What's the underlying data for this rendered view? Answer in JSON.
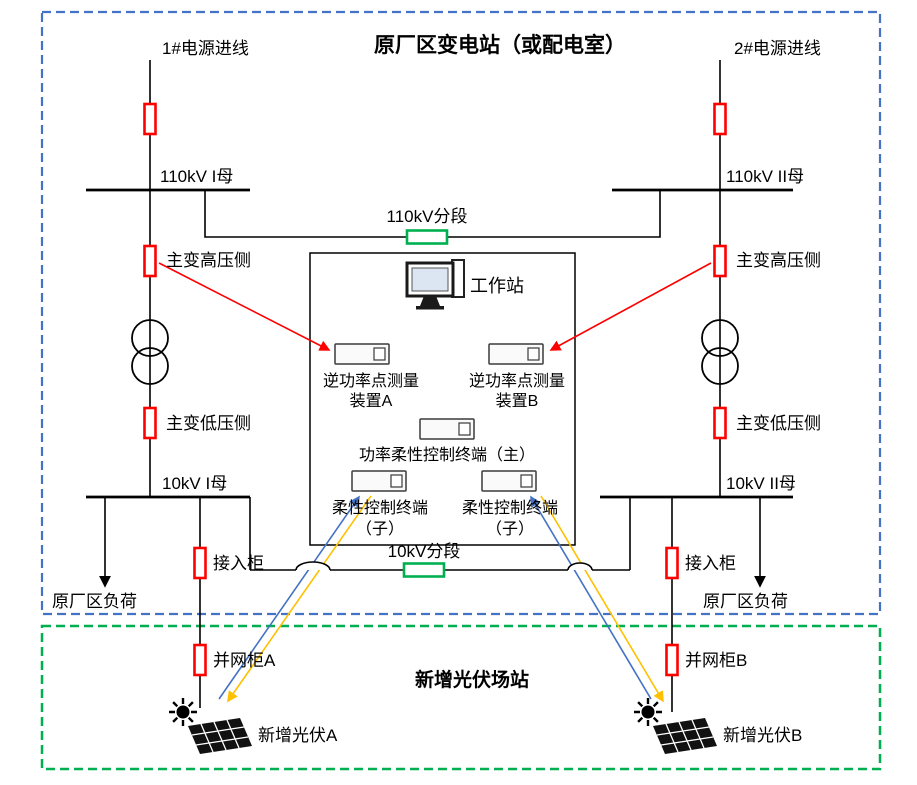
{
  "diagram": {
    "title": "原厂区变电站（或配电室）",
    "pv_zone_title": "新增光伏场站",
    "incoming1": "1#电源进线",
    "incoming2": "2#电源进线",
    "bus110_1": "110kV I母",
    "bus110_2": "110kV II母",
    "section110": "110kV分段",
    "hv_left": "主变高压侧",
    "hv_right": "主变高压侧",
    "lv_left": "主变低压侧",
    "lv_right": "主变低压侧",
    "bus10_1": "10kV I母",
    "bus10_2": "10kV II母",
    "section10": "10kV分段",
    "access_left": "接入柜",
    "access_right": "接入柜",
    "load_left": "原厂区负荷",
    "load_right": "原厂区负荷",
    "grid_a": "并网柜A",
    "grid_b": "并网柜B",
    "pv_a": "新增光伏A",
    "pv_b": "新增光伏B",
    "workstation": "工作站",
    "meterA1": "逆功率点测量",
    "meterA2": "装置A",
    "meterB1": "逆功率点测量",
    "meterB2": "装置B",
    "master": "功率柔性控制终端（主）",
    "sub1a": "柔性控制终端",
    "sub1b": "（子）",
    "sub2a": "柔性控制终端",
    "sub2b": "（子）",
    "colors": {
      "boundary_blue": "#4472C4",
      "pv_zone_green": "#00B050",
      "breaker_red": "#FF0000",
      "tie_breaker_green": "#00B050",
      "link_red": "#FF0000",
      "link_blue": "#4472C4",
      "link_yellow": "#FFC000",
      "wire_black": "#000000"
    }
  }
}
